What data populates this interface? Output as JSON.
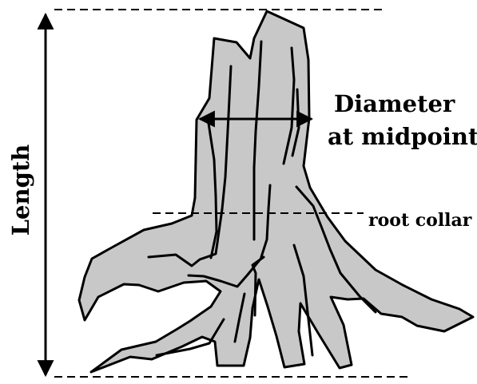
{
  "labels": {
    "length": "Length",
    "diameter_line1": "Diameter",
    "diameter_line2": "at midpoint",
    "root_collar": "root collar"
  },
  "colors": {
    "stump_fill": "#c8c8c8",
    "outline": "#000000",
    "background": "#ffffff"
  }
}
